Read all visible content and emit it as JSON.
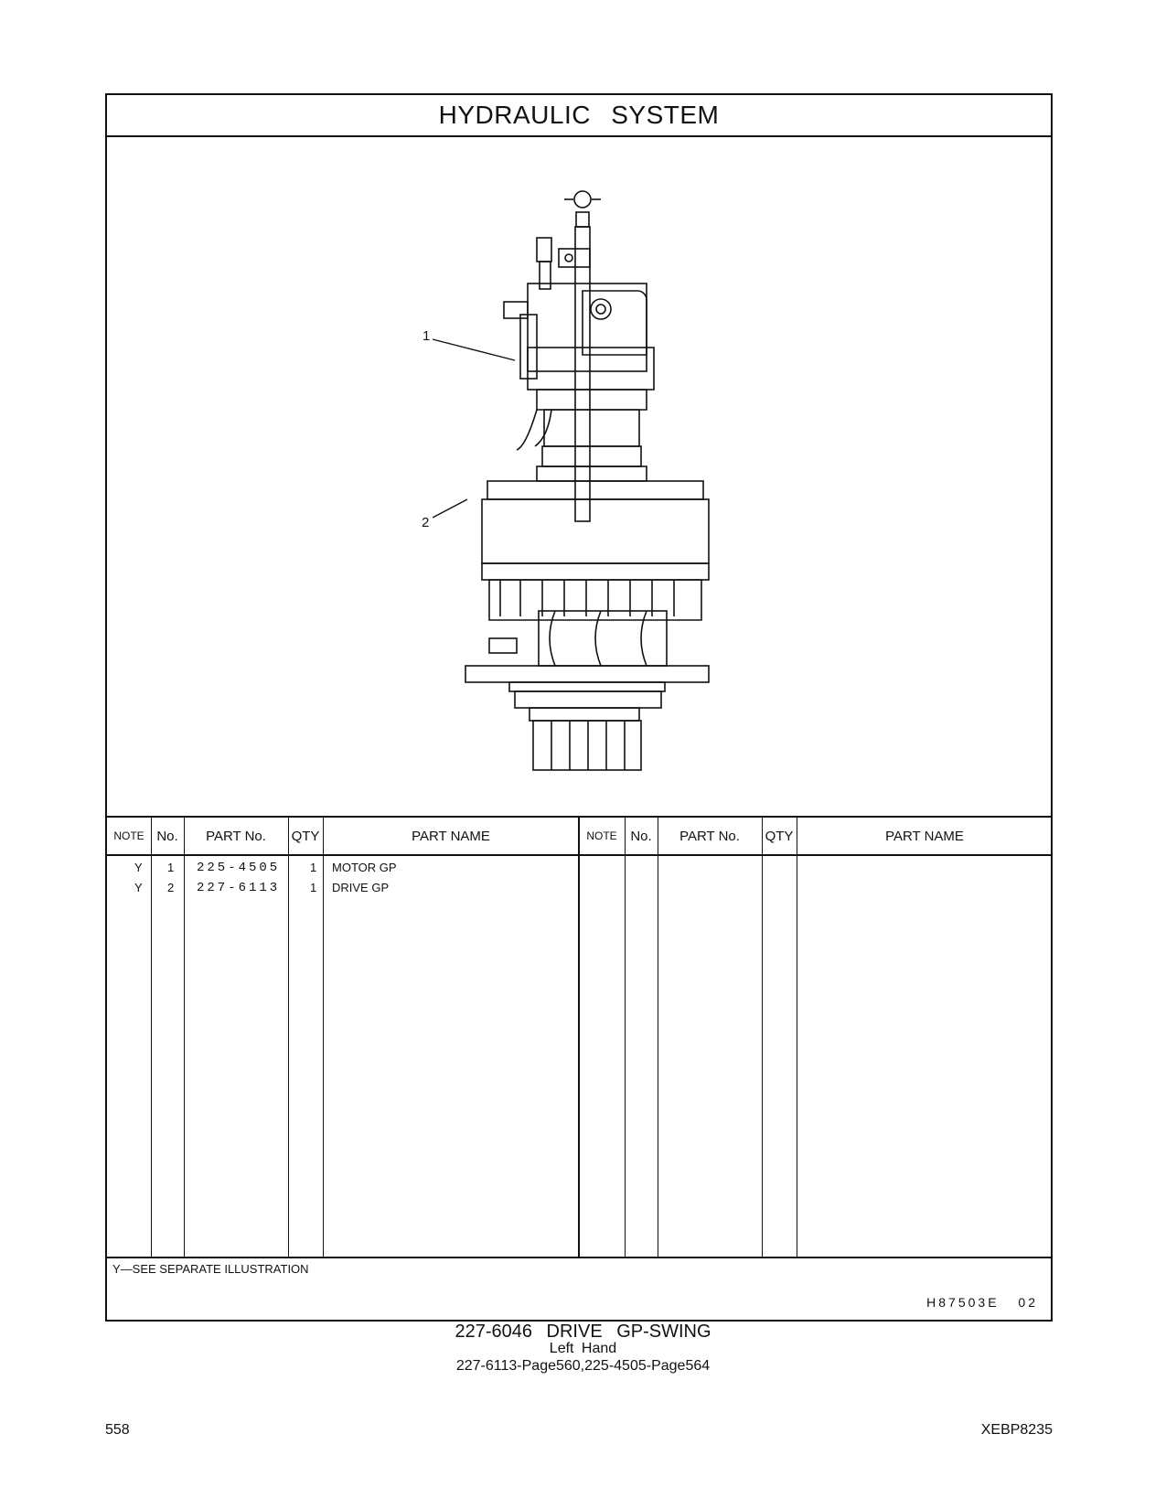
{
  "header": {
    "title": "HYDRAULIC  SYSTEM"
  },
  "illustration": {
    "callouts": [
      "1",
      "2"
    ]
  },
  "table": {
    "headers": {
      "note": "NOTE",
      "no": "No.",
      "part_no": "PART No.",
      "qty": "QTY",
      "part_name": "PART NAME"
    },
    "rows": [
      {
        "note": "Y",
        "no": "1",
        "part_no": "225-4505",
        "qty": "1",
        "part_name": "MOTOR  GP"
      },
      {
        "note": "Y",
        "no": "2",
        "part_no": "227-6113",
        "qty": "1",
        "part_name": "DRIVE  GP"
      }
    ]
  },
  "footnote": "Y—SEE  SEPARATE  ILLUSTRATION",
  "image_code": "H87503E  02",
  "caption": {
    "title": "227-6046  DRIVE  GP-SWING",
    "subtitle": "Left  Hand",
    "refs": "227-6113-Page560,225-4505-Page564"
  },
  "page_number": "558",
  "doc_id": "XEBP8235"
}
